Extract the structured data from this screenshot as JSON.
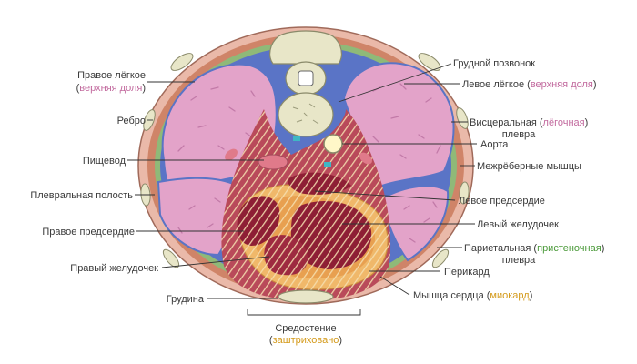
{
  "labels": {
    "right_lung": "Правое лёгкое",
    "right_lung_sub": "верхняя доля",
    "rib": "Ребро",
    "esophagus": "Пищевод",
    "pleural_cavity": "Плевральная полость",
    "right_atrium": "Правое предсердие",
    "right_ventricle": "Правый желудочек",
    "sternum": "Грудина",
    "mediastinum": "Средостение",
    "mediastinum_sub": "заштриховано",
    "vertebra": "Грудной позвонок",
    "left_lung": "Левое лёгкое",
    "left_lung_sub": "верхняя доля",
    "visceral_pleura_1": "Висцеральная",
    "visceral_pleura_sub": "лёгочная",
    "visceral_pleura_2": "плевра",
    "aorta": "Аорта",
    "intercostal": "Межрёберные мышцы",
    "left_atrium": "Левое предсердие",
    "left_ventricle": "Левый желудочек",
    "parietal_pleura_1": "Париетальная",
    "parietal_pleura_sub": "пристеночная",
    "parietal_pleura_2": "плевра",
    "pericardium": "Перикард",
    "myocardium_1": "Мышца сердца",
    "myocardium_sub": "миокард"
  },
  "colors": {
    "skin": "#e7b7a8",
    "muscle": "#c97b63",
    "pleura_green": "#7fae6a",
    "pleura_blue": "#5a74c6",
    "lung": "#e3a3c9",
    "lung_dark": "#c97fae",
    "heart_dark": "#8e1f35",
    "heart_mid": "#b94a5a",
    "myocardium": "#f0b86a",
    "hatch": "#f2d7a0",
    "bone": "#e8e6c8",
    "sub_pink": "#c26a9e",
    "sub_orange": "#d49a1a",
    "sub_green": "#4b9a3a"
  }
}
